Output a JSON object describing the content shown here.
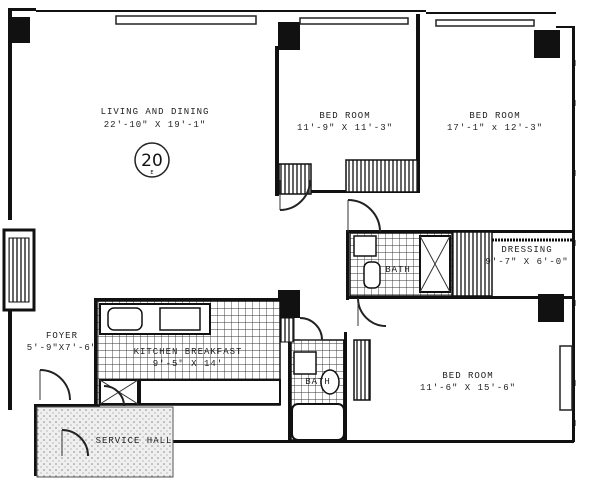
{
  "floor_badge": {
    "number": "20",
    "sub": "E"
  },
  "rooms": {
    "living": {
      "name": "LIVING AND DINING",
      "dims": "22'-10\"  X  19'-1\""
    },
    "bed1": {
      "name": "BED  ROOM",
      "dims": "11'-9\" X 11'-3\""
    },
    "bed2": {
      "name": "BED  ROOM",
      "dims": "17'-1\" x 12'-3\""
    },
    "bed3": {
      "name": "BED  ROOM",
      "dims": "11'-6\" X 15'-6\""
    },
    "dressing": {
      "name": "DRESSING",
      "dims": "9'-7\" X 6'-0\""
    },
    "bath1": {
      "name": "BATH"
    },
    "bath2": {
      "name": "BATH"
    },
    "kitchen": {
      "name": "KITCHEN BREAKFAST",
      "dims": "9'-5\" X 14'"
    },
    "foyer": {
      "name": "FOYER",
      "dims": "5'-9\"X7'-6\""
    },
    "service": {
      "name": "SERVICE HALL"
    }
  }
}
